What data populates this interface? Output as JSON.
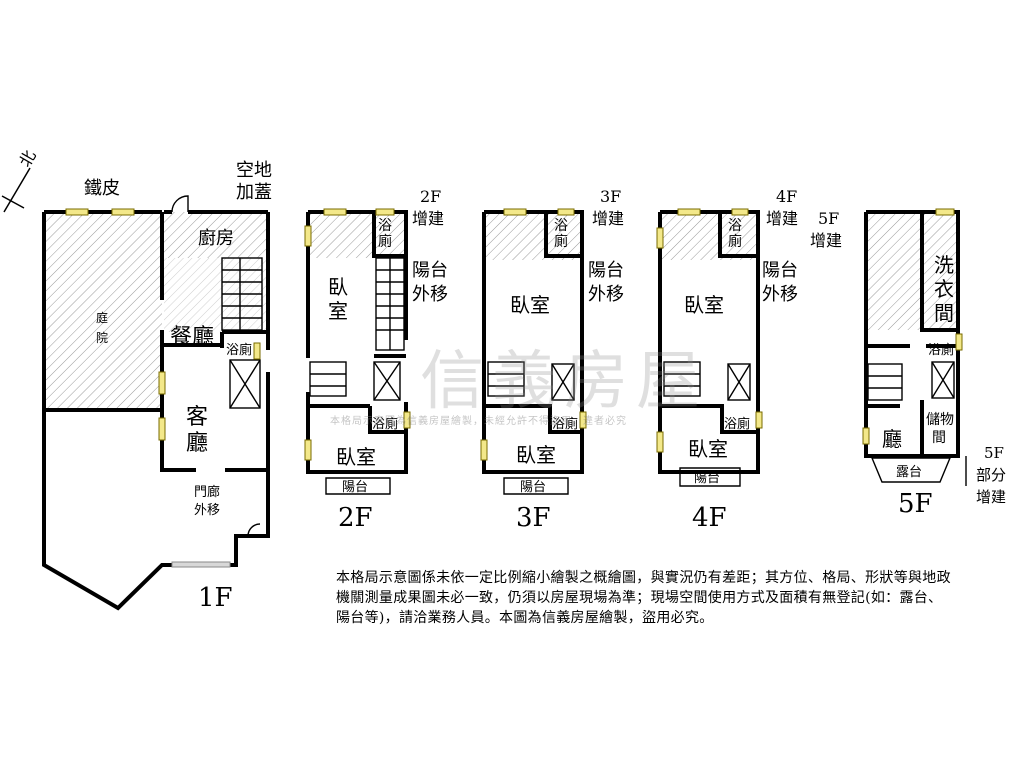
{
  "compass": {
    "label": "北"
  },
  "watermark": {
    "brand": "信義房屋",
    "subtext": "本格局示意圖為信義房屋繪製，未經允許不得盜用，違者必究"
  },
  "floor1": {
    "floor_label": "1F",
    "outside_top_left": "鐵皮",
    "outside_top_right": "空地\n加蓋",
    "courtyard": "庭\n院",
    "kitchen": "廚房",
    "dining": "餐廳",
    "bath": "浴廁",
    "living": "客\n廳",
    "porch": "門廊\n外移"
  },
  "floor2": {
    "floor_label": "2F",
    "addition_note": "2F\n增建",
    "bath_top": "浴\n廁",
    "balcony_note": "陽台\n外移",
    "bedroom_top": "臥\n室",
    "bath_bottom": "浴廁",
    "bedroom_bottom": "臥室",
    "balcony": "陽台"
  },
  "floor3": {
    "floor_label": "3F",
    "addition_note": "3F\n增建",
    "bath_top": "浴\n廁",
    "balcony_note": "陽台\n外移",
    "bedroom_top": "臥室",
    "bath_bottom": "浴廁",
    "bedroom_bottom": "臥室",
    "balcony": "陽台"
  },
  "floor4": {
    "floor_label": "4F",
    "addition_note": "4F\n增建",
    "bath_top": "浴\n廁",
    "balcony_note": "陽台\n外移",
    "bedroom_top": "臥室",
    "bath_bottom": "浴廁",
    "bedroom_bottom": "臥室",
    "balcony": "陽台"
  },
  "floor5": {
    "floor_label": "5F",
    "addition_note": "5F\n增建",
    "laundry": "洗\n衣\n間",
    "bath": "浴廁",
    "storage": "儲物\n間",
    "living": "廳",
    "terrace": "露台",
    "partial_note": "5F\n部分\n增建"
  },
  "disclaimer": "本格局示意圖係未依一定比例縮小繪製之概繪圖，與實況仍有差距；其方位、格局、形狀等與地政機關測量成果圖未必一致，仍須以房屋現場為準；現場空間使用方式及面積有無登記(如：露台、陽台等)，請洽業務人員。本圖為信義房屋繪製，盜用必究。"
}
